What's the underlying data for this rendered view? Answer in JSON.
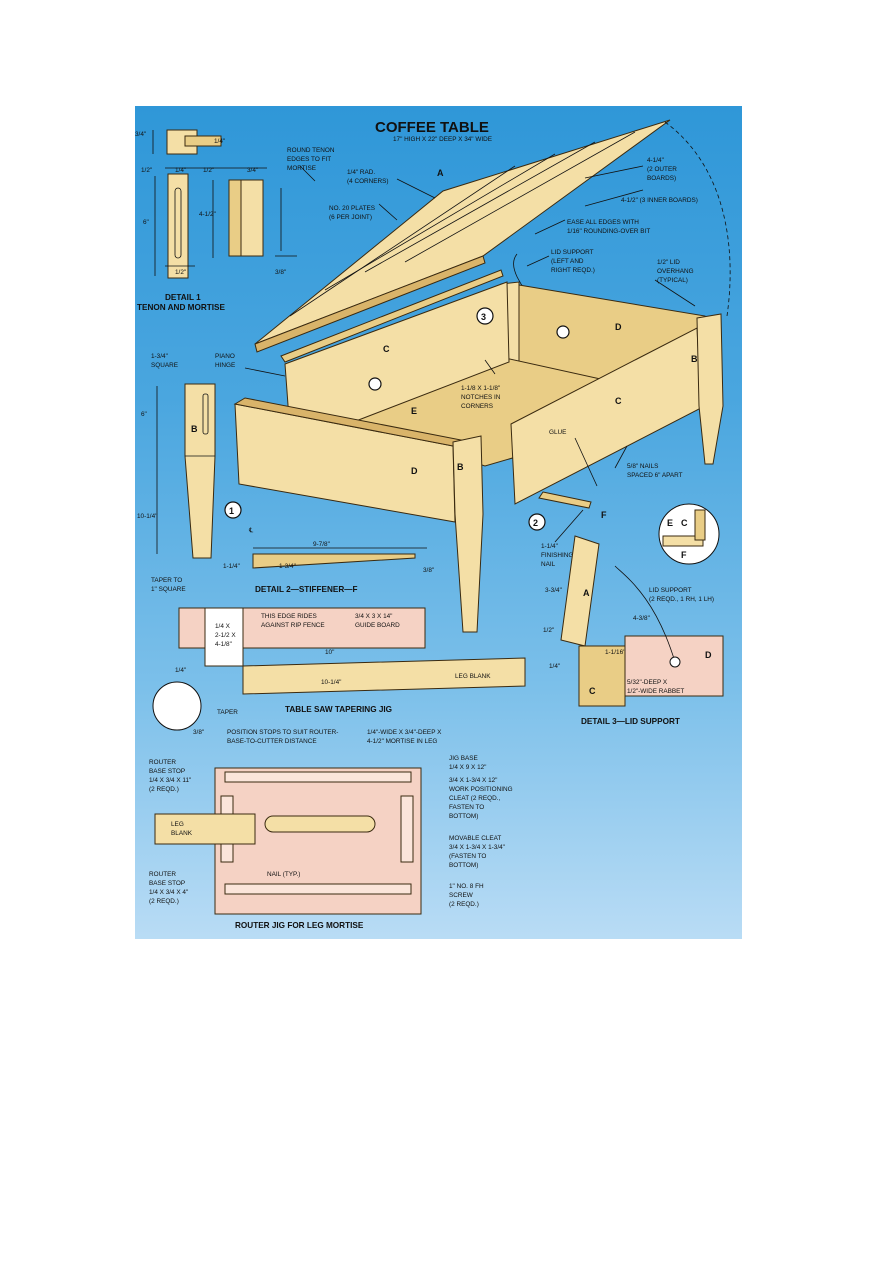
{
  "title": "COFFEE TABLE",
  "subtitle": "17\" HIGH X 22\" DEEP X 34\" WIDE",
  "parts": {
    "a": "A",
    "b": "B",
    "c": "C",
    "d": "D",
    "e": "E",
    "f": "F"
  },
  "callouts": {
    "one": "1",
    "two": "2",
    "three": "3"
  },
  "detail1": {
    "title1": "DETAIL 1",
    "title2": "TENON AND MORTISE",
    "dim_34": "3/4\"",
    "dim_14a": "1/4\"",
    "dim_12a": "1/2\"",
    "dim_14b": "1/4\"",
    "dim_12b": "1/2\"",
    "dim_34b": "3/4\"",
    "dim_6": "6\"",
    "dim_412": "4-1/2\"",
    "dim_12c": "1/2\"",
    "dim_38": "3/8\"",
    "round_tenon": [
      "ROUND TENON",
      "EDGES TO FIT",
      "MORTISE"
    ]
  },
  "main": {
    "rad": [
      "1/4\" RAD.",
      "(4 CORNERS)"
    ],
    "plates": [
      "NO. 20 PLATES",
      "(6 PER JOINT)"
    ],
    "outer": [
      "4-1/4\"",
      "(2 OUTER",
      "BOARDS)"
    ],
    "inner": "4-1/2\" (3 INNER BOARDS)",
    "ease": [
      "EASE ALL EDGES WITH",
      "1/16\" ROUNDING-OVER BIT"
    ],
    "lid_support": [
      "LID SUPPORT",
      "(LEFT AND",
      "RIGHT REQD.)"
    ],
    "overhang": [
      "1/2\" LID",
      "OVERHANG",
      "(TYPICAL)"
    ],
    "piano": [
      "PIANO",
      "HINGE"
    ],
    "notches": [
      "1-1/8 X 1-1/8\"",
      "NOTCHES IN",
      "CORNERS"
    ],
    "glue": "GLUE",
    "nails": [
      "5/8\" NAILS",
      "SPACED 6\" APART"
    ],
    "finishing": [
      "1-1/4\"",
      "FINISHING",
      "NAIL"
    ]
  },
  "leg": {
    "square": [
      "1-3/4\"",
      "SQUARE"
    ],
    "dim_6": "6\"",
    "dim_1014": "10-1/4\"",
    "taper": [
      "TAPER TO",
      "1\" SQUARE"
    ]
  },
  "detail2": {
    "title": "DETAIL 2—STIFFENER—F",
    "cl": "℄",
    "dim_978": "9-7/8\"",
    "dim_114": "1-1/4\"",
    "dim_134": "1-3/4\"",
    "dim_38": "3/8\""
  },
  "taper_jig": {
    "title": "TABLE SAW TAPERING JIG",
    "edge": [
      "THIS EDGE RIDES",
      "AGAINST RIP FENCE"
    ],
    "guide": [
      "3/4 X 3 X 14\"",
      "GUIDE BOARD"
    ],
    "plate": [
      "1/4 X",
      "2-1/2 X",
      "4-1/8\""
    ],
    "dim_10": "10\"",
    "dim_1014": "10-1/4\"",
    "leg_blank": "LEG BLANK",
    "dim_14": "1/4\"",
    "dim_38": "3/8\"",
    "taper": "TAPER"
  },
  "detail3": {
    "title": "DETAIL 3—LID SUPPORT",
    "support": [
      "LID SUPPORT",
      "(2 REQD., 1 RH, 1 LH)"
    ],
    "dim_334": "3-3/4\"",
    "dim_438": "4-3/8\"",
    "dim_12": "1/2\"",
    "dim_1116": "1-1/16\"",
    "dim_14": "1/4\"",
    "rabbet": [
      "5/32\"-DEEP X",
      "1/2\"-WIDE RABBET"
    ]
  },
  "router_jig": {
    "title": "ROUTER JIG FOR LEG MORTISE",
    "position": [
      "POSITION  STOPS TO SUIT ROUTER-",
      "BASE-TO-CUTTER DISTANCE"
    ],
    "mortise": [
      "1/4\"-WIDE X 3/4\"-DEEP X",
      "4-1/2\" MORTISE IN LEG"
    ],
    "stop1": [
      "ROUTER",
      "BASE STOP",
      "1/4 X 3/4 X 11\"",
      "(2 REQD.)"
    ],
    "jig_base": [
      "JIG BASE",
      "1/4 X 9 X 12\""
    ],
    "cleat": [
      "3/4 X 1-3/4 X 12\"",
      "WORK POSITIONING",
      "CLEAT (2 REQD.,",
      "FASTEN TO",
      "BOTTOM)"
    ],
    "leg_blank": [
      "LEG",
      "BLANK"
    ],
    "movable": [
      "MOVABLE CLEAT",
      "3/4 X 1-3/4 X 1-3/4\"",
      "(FASTEN TO",
      "BOTTOM)"
    ],
    "stop2": [
      "ROUTER",
      "BASE STOP",
      "1/4 X 3/4 X 4\"",
      "(2 REQD.)"
    ],
    "nail": "NAIL (TYP.)",
    "screw": [
      "1\" NO. 8 FH",
      "SCREW",
      "(2 REQD.)"
    ]
  }
}
